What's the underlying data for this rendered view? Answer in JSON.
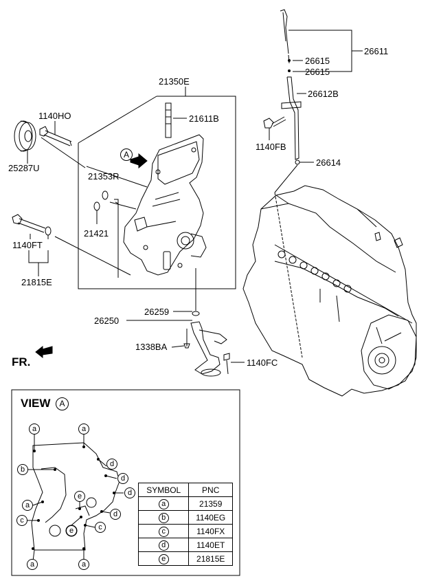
{
  "parts": {
    "p26611": "26611",
    "p26615a": "26615",
    "p26615b": "26615",
    "p26612B": "26612B",
    "p1140FB": "1140FB",
    "p26614": "26614",
    "p21350E": "21350E",
    "p1140HO": "1140HO",
    "p21611B": "21611B",
    "p25287U": "25287U",
    "p21353R": "21353R",
    "p21421": "21421",
    "p1140FT": "1140FT",
    "p21815E": "21815E",
    "p26259": "26259",
    "p26250": "26250",
    "p1338BA": "1338BA",
    "p1140FC": "1140FC"
  },
  "fr_label": "FR.",
  "view": {
    "title": "VIEW",
    "ref": "A",
    "callouts": [
      "a",
      "a",
      "b",
      "d",
      "d",
      "d",
      "a",
      "e",
      "d",
      "c",
      "e",
      "c",
      "a",
      "a"
    ]
  },
  "symbol_table": {
    "headers": [
      "SYMBOL",
      "PNC"
    ],
    "rows": [
      {
        "symbol": "a",
        "pnc": "21359"
      },
      {
        "symbol": "b",
        "pnc": "1140EG"
      },
      {
        "symbol": "c",
        "pnc": "1140FX"
      },
      {
        "symbol": "d",
        "pnc": "1140ET"
      },
      {
        "symbol": "e",
        "pnc": "21815E"
      }
    ]
  }
}
